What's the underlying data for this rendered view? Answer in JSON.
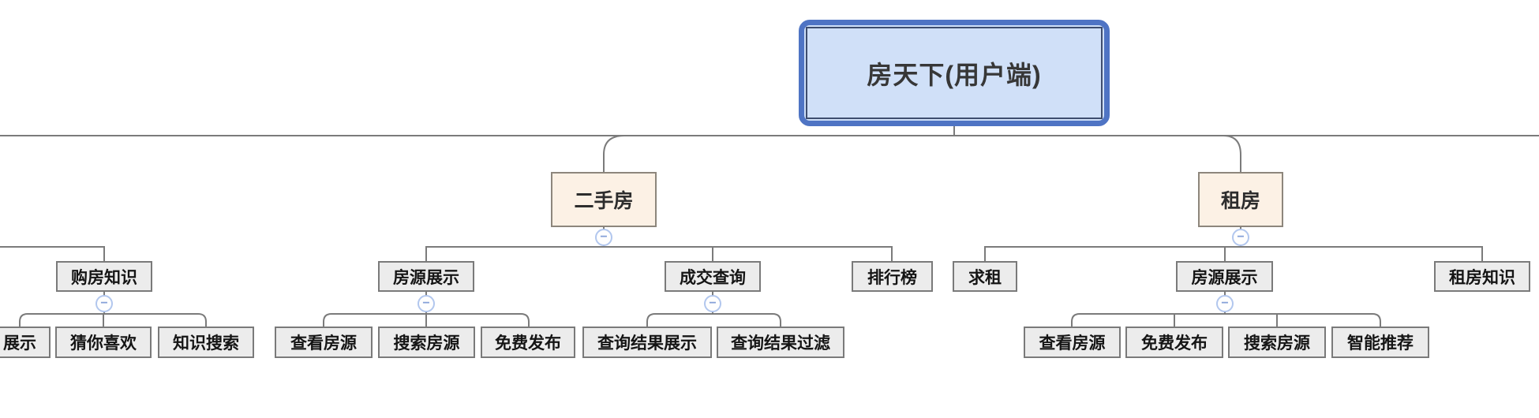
{
  "icons": {
    "collapse_minus": "−"
  },
  "colors": {
    "root_fill": "#d0e0f8",
    "root_border": "#4f74c4",
    "root_inner_border": "#3e4d6e",
    "branch_fill": "#fcf1e5",
    "branch_border": "#8d867c",
    "topic_fill": "#ececec",
    "topic_border": "#7a7a7a",
    "line": "#7b7b7b",
    "collapse_icon_border": "#b2c7ee",
    "collapse_icon_glyph": "#84a0d8"
  },
  "mindmap": {
    "root": {
      "label": "房天下(用户端)"
    },
    "branches": [
      {
        "label": "二手房",
        "children": [
          {
            "label": "房源展示",
            "children": [
              {
                "label": "查看房源"
              },
              {
                "label": "搜索房源"
              },
              {
                "label": "免费发布"
              }
            ]
          },
          {
            "label": "成交查询",
            "children": [
              {
                "label": "查询结果展示"
              },
              {
                "label": "查询结果过滤"
              }
            ]
          },
          {
            "label": "排行榜"
          }
        ]
      },
      {
        "label": "租房",
        "children": [
          {
            "label": "求租"
          },
          {
            "label": "房源展示",
            "children": [
              {
                "label": "查看房源"
              },
              {
                "label": "免费发布"
              },
              {
                "label": "搜索房源"
              },
              {
                "label": "智能推荐"
              }
            ]
          },
          {
            "label": "租房知识"
          }
        ]
      }
    ],
    "clipped_branch": {
      "children": [
        {
          "label": "购房知识",
          "children": [
            {
              "label": "展示"
            },
            {
              "label": "猜你喜欢"
            },
            {
              "label": "知识搜索"
            }
          ]
        }
      ]
    }
  }
}
